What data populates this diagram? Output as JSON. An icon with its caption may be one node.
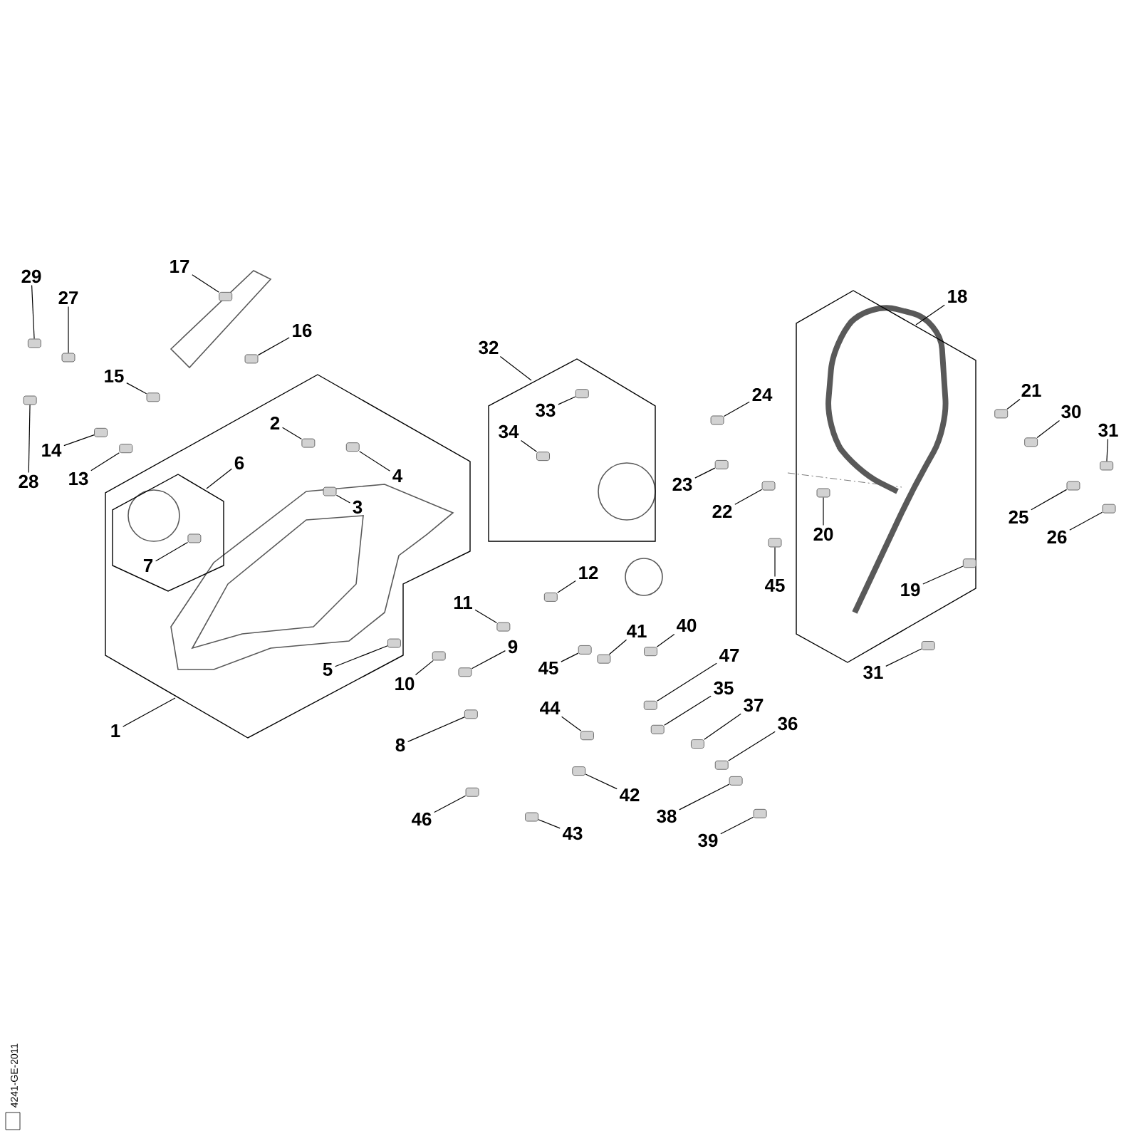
{
  "diagram": {
    "nodes": [
      {
        "text": [],
        "shape": "hexagon"
      },
      {
        "text": [],
        "shape": "hexagon",
        "in": 0
      },
      {
        "text": [],
        "shape": "pentagon"
      },
      {
        "text": [],
        "shape": "hexagon"
      },
      {
        "text": [
          "29"
        ]
      },
      {
        "text": [
          "17"
        ]
      },
      {
        "text": [
          "18"
        ]
      },
      {
        "text": [
          "27"
        ]
      },
      {
        "text": [
          "16"
        ]
      },
      {
        "text": [
          "32"
        ]
      },
      {
        "text": [
          "15"
        ]
      },
      {
        "text": [
          "21"
        ]
      },
      {
        "text": [
          "24"
        ]
      },
      {
        "text": [
          "33"
        ],
        "in": 2
      },
      {
        "text": [
          "30"
        ]
      },
      {
        "text": [
          "2"
        ],
        "in": 0
      },
      {
        "text": [
          "34"
        ],
        "in": 2
      },
      {
        "text": [
          "31"
        ]
      },
      {
        "text": [
          "14"
        ]
      },
      {
        "text": [
          "6"
        ],
        "in": 0
      },
      {
        "text": [
          "4"
        ],
        "in": 0
      },
      {
        "text": [
          "13"
        ]
      },
      {
        "text": [
          "28"
        ]
      },
      {
        "text": [
          "23"
        ]
      },
      {
        "text": [
          "3"
        ],
        "in": 0
      },
      {
        "text": [
          "22"
        ]
      },
      {
        "text": [
          "25"
        ]
      },
      {
        "text": [
          "20"
        ],
        "in": 3
      },
      {
        "text": [
          "26"
        ]
      },
      {
        "text": [
          "7"
        ],
        "in": 1
      },
      {
        "text": [
          "12"
        ]
      },
      {
        "text": [
          "45"
        ]
      },
      {
        "text": [
          "19"
        ],
        "in": 3
      },
      {
        "text": [
          "11"
        ]
      },
      {
        "text": [
          "40"
        ]
      },
      {
        "text": [
          "41"
        ]
      },
      {
        "text": [
          "9"
        ]
      },
      {
        "text": [
          "47"
        ]
      },
      {
        "text": [
          "45"
        ]
      },
      {
        "text": [
          "5"
        ],
        "in": 0
      },
      {
        "text": [
          "31"
        ]
      },
      {
        "text": [
          "10"
        ]
      },
      {
        "text": [
          "35"
        ]
      },
      {
        "text": [
          "37"
        ]
      },
      {
        "text": [
          "44"
        ]
      },
      {
        "text": [
          "36"
        ]
      },
      {
        "text": [
          "1"
        ]
      },
      {
        "text": [
          "8"
        ]
      },
      {
        "text": [
          "42"
        ]
      },
      {
        "text": [
          "38"
        ]
      },
      {
        "text": [
          "46"
        ]
      },
      {
        "text": [
          "43"
        ]
      },
      {
        "text": [
          "39"
        ]
      },
      {
        "text": [],
        "shape": "box"
      },
      {
        "text": [],
        "shape": "box"
      },
      {
        "text": [],
        "shape": "box"
      },
      {
        "text": [],
        "shape": "box"
      },
      {
        "text": [],
        "shape": "box"
      },
      {
        "text": [],
        "shape": "box"
      },
      {
        "text": [],
        "shape": "box"
      },
      {
        "text": [],
        "shape": "box",
        "in": 2
      },
      {
        "text": [],
        "shape": "box"
      },
      {
        "text": [],
        "shape": "box",
        "in": 0
      },
      {
        "text": [],
        "shape": "box",
        "in": 2
      },
      {
        "text": [],
        "shape": "box"
      },
      {
        "text": [],
        "shape": "box"
      },
      {
        "text": [],
        "shape": "box",
        "in": 0
      },
      {
        "text": [],
        "shape": "box"
      },
      {
        "text": [],
        "shape": "box"
      },
      {
        "text": [],
        "shape": "box"
      },
      {
        "text": [],
        "shape": "box",
        "in": 0
      },
      {
        "text": [],
        "shape": "box"
      },
      {
        "text": [],
        "shape": "box"
      },
      {
        "text": [],
        "shape": "box",
        "in": 3
      },
      {
        "text": [],
        "shape": "box"
      },
      {
        "text": [],
        "shape": "box",
        "in": 1
      },
      {
        "text": [],
        "shape": "box"
      },
      {
        "text": [],
        "shape": "box"
      },
      {
        "text": [],
        "shape": "box",
        "in": 3
      },
      {
        "text": [],
        "shape": "box"
      },
      {
        "text": [],
        "shape": "box"
      },
      {
        "text": [],
        "shape": "box"
      },
      {
        "text": [],
        "shape": "box"
      },
      {
        "text": [],
        "shape": "box"
      },
      {
        "text": [],
        "shape": "box"
      },
      {
        "text": [],
        "shape": "box",
        "in": 0
      },
      {
        "text": [],
        "shape": "box"
      },
      {
        "text": [],
        "shape": "box"
      },
      {
        "text": [],
        "shape": "box"
      },
      {
        "text": [],
        "shape": "box"
      },
      {
        "text": [],
        "shape": "box"
      },
      {
        "text": [],
        "shape": "box"
      },
      {
        "text": [],
        "shape": "box"
      },
      {
        "text": [],
        "shape": "box"
      },
      {
        "text": [],
        "shape": "box"
      },
      {
        "text": [],
        "shape": "box"
      },
      {
        "text": [],
        "shape": "box"
      },
      {
        "text": [],
        "shape": "box"
      }
    ],
    "edges": [
      {
        "from": 4,
        "to": 53,
        "arrow": "none"
      },
      {
        "from": 5,
        "to": 54,
        "arrow": "none"
      },
      {
        "from": 6,
        "to": 3,
        "arrow": "none"
      },
      {
        "from": 7,
        "to": 55,
        "arrow": "none"
      },
      {
        "from": 8,
        "to": 56,
        "arrow": "none"
      },
      {
        "from": 9,
        "to": 2,
        "arrow": "none"
      },
      {
        "from": 10,
        "to": 57,
        "arrow": "none"
      },
      {
        "from": 11,
        "to": 58,
        "arrow": "none"
      },
      {
        "from": 12,
        "to": 59,
        "arrow": "none"
      },
      {
        "from": 13,
        "to": 60,
        "arrow": "none"
      },
      {
        "from": 14,
        "to": 61,
        "arrow": "none"
      },
      {
        "from": 15,
        "to": 62,
        "arrow": "none"
      },
      {
        "from": 16,
        "to": 63,
        "arrow": "none"
      },
      {
        "from": 17,
        "to": 64,
        "arrow": "none"
      },
      {
        "from": 18,
        "to": 65,
        "arrow": "none"
      },
      {
        "from": 19,
        "to": 1,
        "arrow": "none"
      },
      {
        "from": 20,
        "to": 66,
        "arrow": "none"
      },
      {
        "from": 21,
        "to": 67,
        "arrow": "none"
      },
      {
        "from": 22,
        "to": 68,
        "arrow": "none"
      },
      {
        "from": 23,
        "to": 69,
        "arrow": "none"
      },
      {
        "from": 24,
        "to": 70,
        "arrow": "none"
      },
      {
        "from": 25,
        "to": 71,
        "arrow": "none"
      },
      {
        "from": 26,
        "to": 72,
        "arrow": "none"
      },
      {
        "from": 27,
        "to": 73,
        "arrow": "none"
      },
      {
        "from": 28,
        "to": 74,
        "arrow": "none"
      },
      {
        "from": 29,
        "to": 75,
        "arrow": "none"
      },
      {
        "from": 30,
        "to": 76,
        "arrow": "none"
      },
      {
        "from": 31,
        "to": 77,
        "arrow": "none"
      },
      {
        "from": 32,
        "to": 78,
        "arrow": "none"
      },
      {
        "from": 33,
        "to": 79,
        "arrow": "none"
      },
      {
        "from": 34,
        "to": 80,
        "arrow": "none"
      },
      {
        "from": 35,
        "to": 81,
        "arrow": "none"
      },
      {
        "from": 36,
        "to": 82,
        "arrow": "none"
      },
      {
        "from": 37,
        "to": 83,
        "arrow": "none"
      },
      {
        "from": 38,
        "to": 84,
        "arrow": "none"
      },
      {
        "from": 39,
        "to": 85,
        "arrow": "none"
      },
      {
        "from": 40,
        "to": 86,
        "arrow": "none"
      },
      {
        "from": 41,
        "to": 87,
        "arrow": "none"
      },
      {
        "from": 42,
        "to": 88,
        "arrow": "none"
      },
      {
        "from": 43,
        "to": 89,
        "arrow": "none"
      },
      {
        "from": 44,
        "to": 90,
        "arrow": "none"
      },
      {
        "from": 45,
        "to": 91,
        "arrow": "none"
      },
      {
        "from": 46,
        "to": 0,
        "arrow": "none"
      },
      {
        "from": 47,
        "to": 92,
        "arrow": "none"
      },
      {
        "from": 48,
        "to": 93,
        "arrow": "none"
      },
      {
        "from": 49,
        "to": 94,
        "arrow": "none"
      },
      {
        "from": 50,
        "to": 95,
        "arrow": "none"
      },
      {
        "from": 51,
        "to": 96,
        "arrow": "none"
      },
      {
        "from": 52,
        "to": 97,
        "arrow": "none"
      }
    ],
    "labels": [
      "4241-GE-2011"
    ]
  }
}
